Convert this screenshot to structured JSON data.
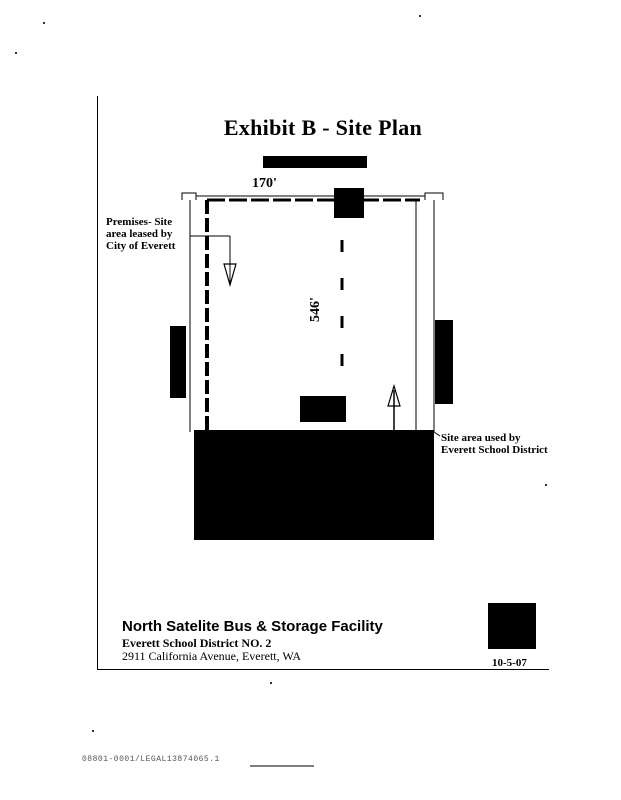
{
  "exhibit": {
    "title": "Exhibit B - Site Plan",
    "dimension_width": "170'",
    "dimension_length": "546'",
    "premises_label": [
      "Premises- Site",
      "area leased by",
      "City of Everett"
    ],
    "district_label": [
      "Site area used by",
      "Everett School District"
    ]
  },
  "footer": {
    "facility_name": "North Satelite Bus & Storage Facility",
    "district": "Everett School District NO. 2",
    "address": "2911 California Avenue, Everett, WA",
    "date": "10-5-07"
  },
  "document_id": "08801-0001/LEGAL13874065.1"
}
